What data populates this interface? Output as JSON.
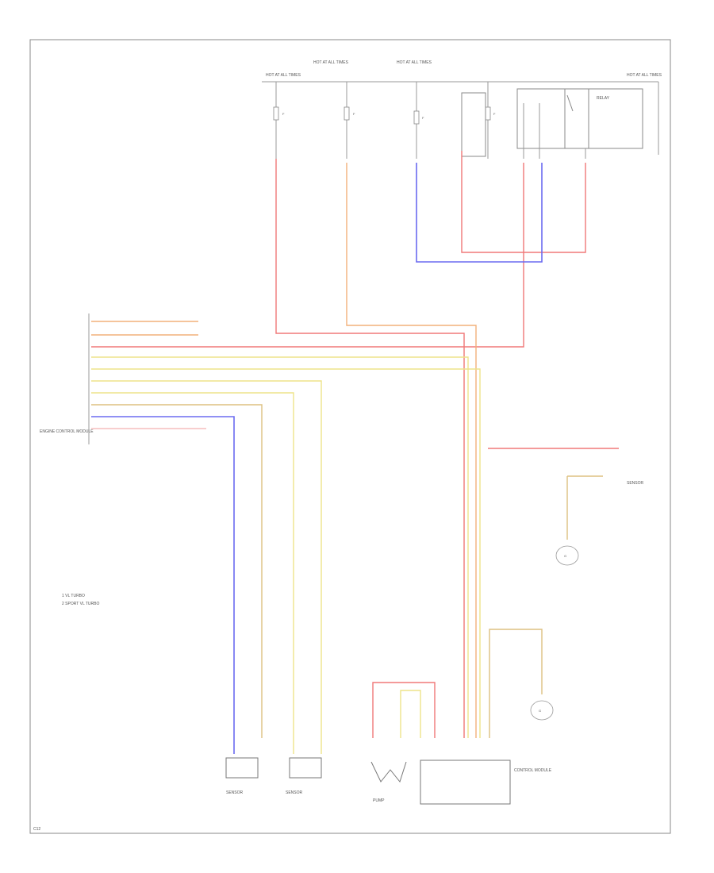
{
  "diagram": {
    "fuse_headers": [
      "HOT AT ALL TIMES",
      "HOT AT ALL TIMES",
      "HOT AT ALL TIMES",
      "HOT AT ALL TIMES"
    ],
    "fuse_labels": [
      "F",
      "F",
      "F",
      "F"
    ],
    "relay_label": "RELAY",
    "ecm_label": "ENGINE CONTROL MODULE",
    "legend_lines": [
      "1  VL TURBO",
      "2  SPORT VL TURBO"
    ],
    "sensor_labels": [
      "SENSOR",
      "SENSOR",
      "SENSOR"
    ],
    "pump_label": "PUMP",
    "module_label": "CONTROL MODULE",
    "ground_labels": [
      "G",
      "G"
    ],
    "footer": "C12"
  },
  "colors": {
    "red": "#f07878",
    "orange": "#f2b07a",
    "yellow": "#eee38a",
    "blue": "#6b6bf0",
    "violet": "#a080f0",
    "pink": "#f3b0b0",
    "tan": "#ddc080",
    "gray": "#b8b8b8"
  }
}
